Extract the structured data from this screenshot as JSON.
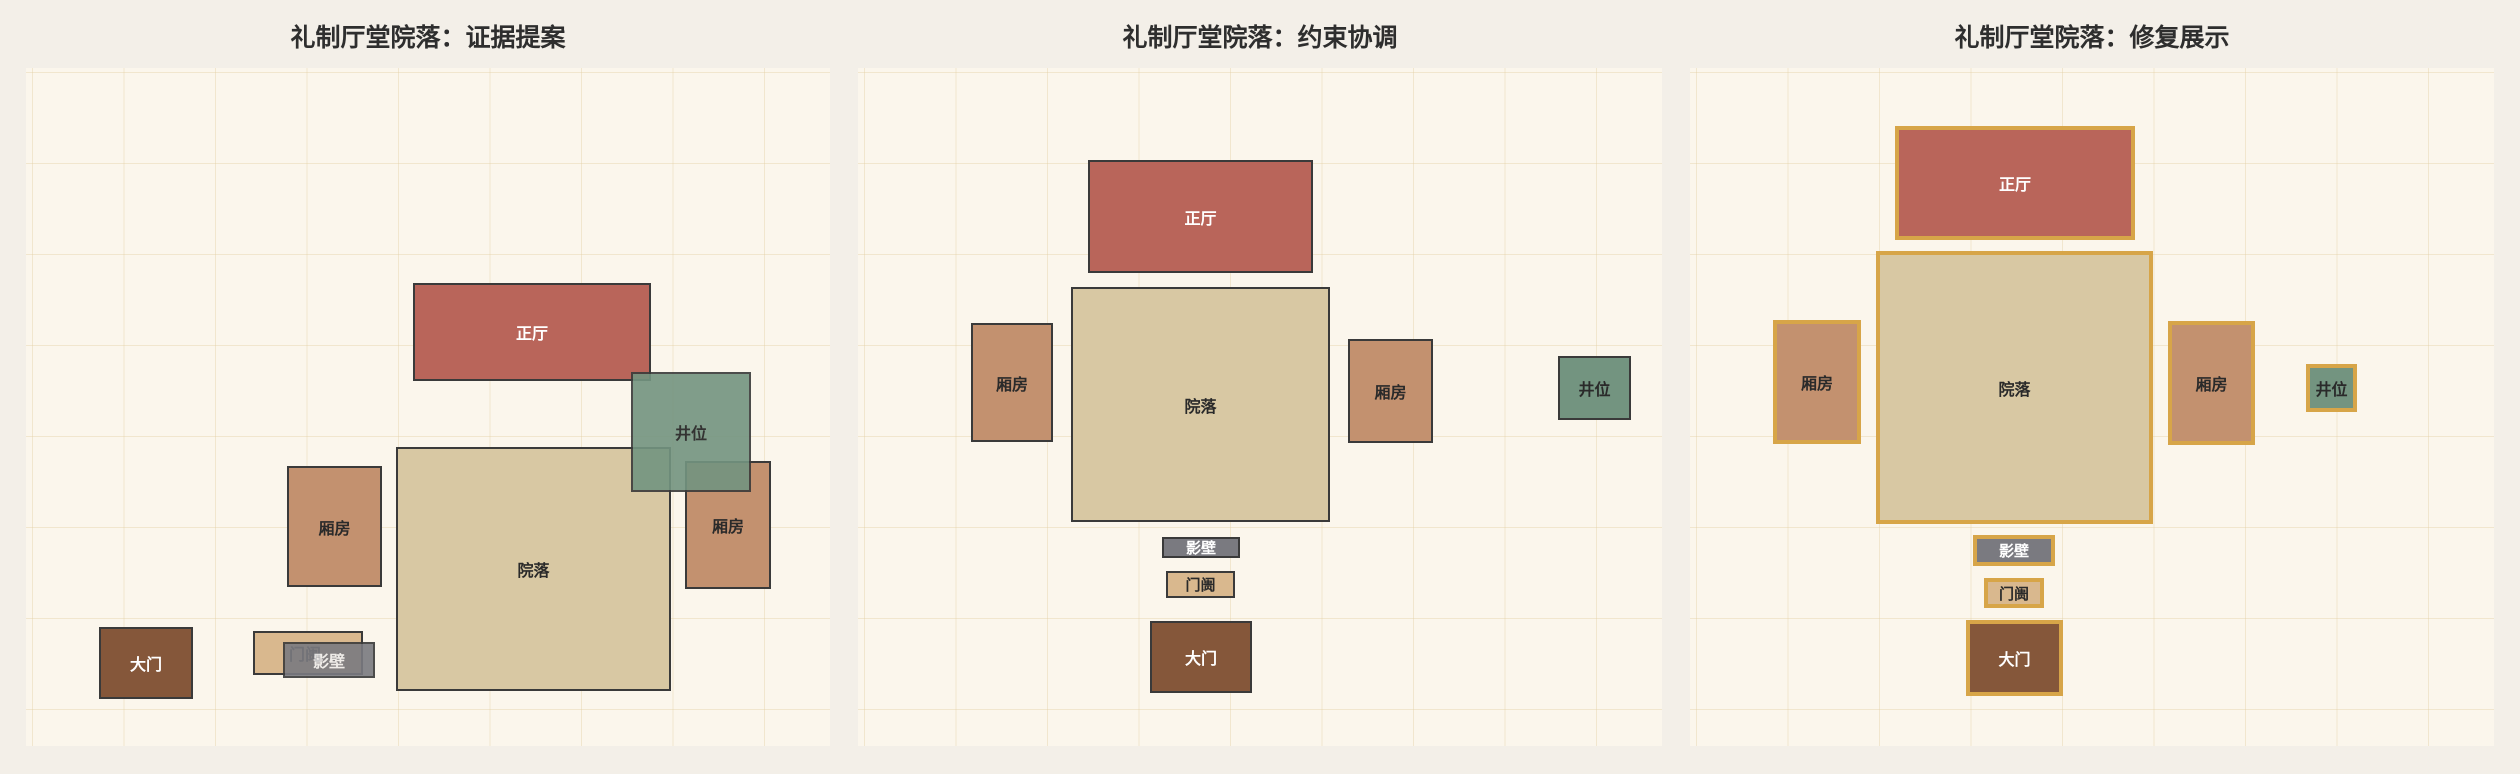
{
  "colors": {
    "zhengting": "#b9655a",
    "courtyard": "#d8c8a3",
    "wing": "#c3916f",
    "well": "#739480",
    "screen": "#7a7a80",
    "gate_passage": "#d9b88e",
    "main_gate": "#85573a",
    "highlight_border": "#d7a548"
  },
  "panels": [
    {
      "title": "礼制厅堂院落：证据提案",
      "rooms": {
        "zhengting": "正厅",
        "well": "井位",
        "wing_left": "厢房",
        "courtyard": "院落",
        "wing_right": "厢房",
        "main_gate": "大门",
        "gate_passage": "门阓",
        "screen_wall": "影壁"
      }
    },
    {
      "title": "礼制厅堂院落：约束协调",
      "rooms": {
        "zhengting": "正厅",
        "wing_left": "厢房",
        "courtyard": "院落",
        "wing_right": "厢房",
        "well": "井位",
        "screen_wall": "影壁",
        "gate_passage": "门阓",
        "main_gate": "大门"
      }
    },
    {
      "title": "礼制厅堂院落：修复展示",
      "rooms": {
        "zhengting": "正厅",
        "wing_left": "厢房",
        "courtyard": "院落",
        "wing_right": "厢房",
        "well": "井位",
        "screen_wall": "影壁",
        "gate_passage": "门阓",
        "main_gate": "大门"
      }
    }
  ]
}
